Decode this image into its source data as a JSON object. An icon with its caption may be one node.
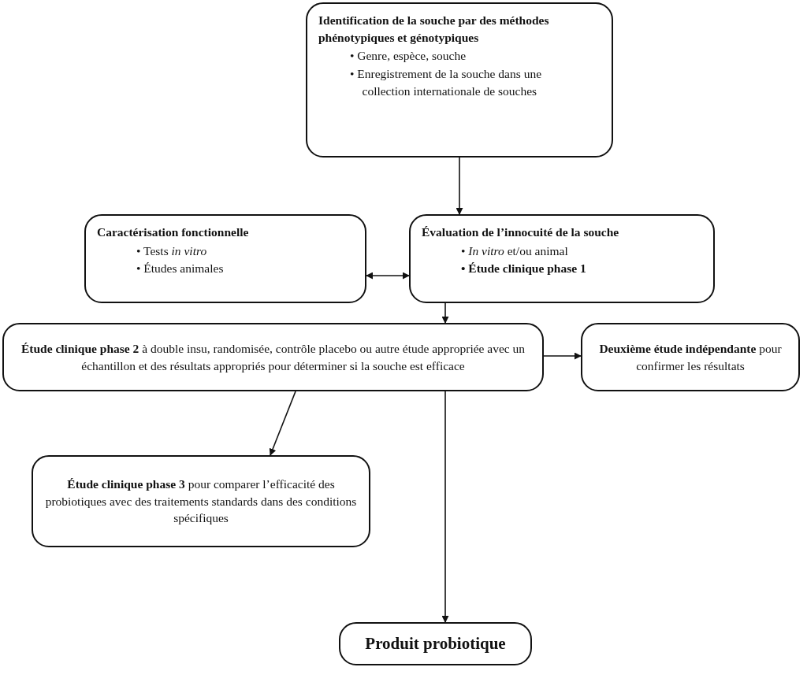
{
  "diagram": {
    "nodes": [
      {
        "text": [
          "Identification de la souche par des méthodes phénotypiques et génotypiques",
          "• Genre, espèce, souche",
          "• Enregistrement de la souche dans une collection internationale de souches"
        ]
      },
      {
        "text": [
          "Caractérisation fonctionnelle",
          "• Tests *in vitro*",
          "• Études animales"
        ]
      },
      {
        "text": [
          "Évaluation de l’innocuité de la souche",
          "• *In vitro* et/ou animal",
          "• Étude clinique phase 1"
        ]
      },
      {
        "text": [
          "**Étude clinique phase 2** à double insu, randomisée, contrôle placebo ou autre étude appropriée avec un échantillon et des résultats appropriés pour déterminer si la souche est efficace"
        ]
      },
      {
        "text": [
          "**Deuxième étude indépendante** pour confirmer les résultats"
        ]
      },
      {
        "text": [
          "**Étude clinique phase 3** pour comparer l’efficacité des probiotiques avec des traitements standards dans des conditions spécifiques"
        ]
      },
      {
        "text": [
          "Produit probiotique"
        ]
      }
    ],
    "edges": [
      {
        "from": 0,
        "to": 2,
        "arrow": "to"
      },
      {
        "from": 1,
        "to": 2,
        "arrow": "both"
      },
      {
        "from": 2,
        "to": 3,
        "arrow": "to"
      },
      {
        "from": 3,
        "to": 4,
        "arrow": "to"
      },
      {
        "from": 3,
        "to": 5,
        "arrow": "to"
      },
      {
        "from": 3,
        "to": 6,
        "arrow": "to"
      }
    ]
  }
}
